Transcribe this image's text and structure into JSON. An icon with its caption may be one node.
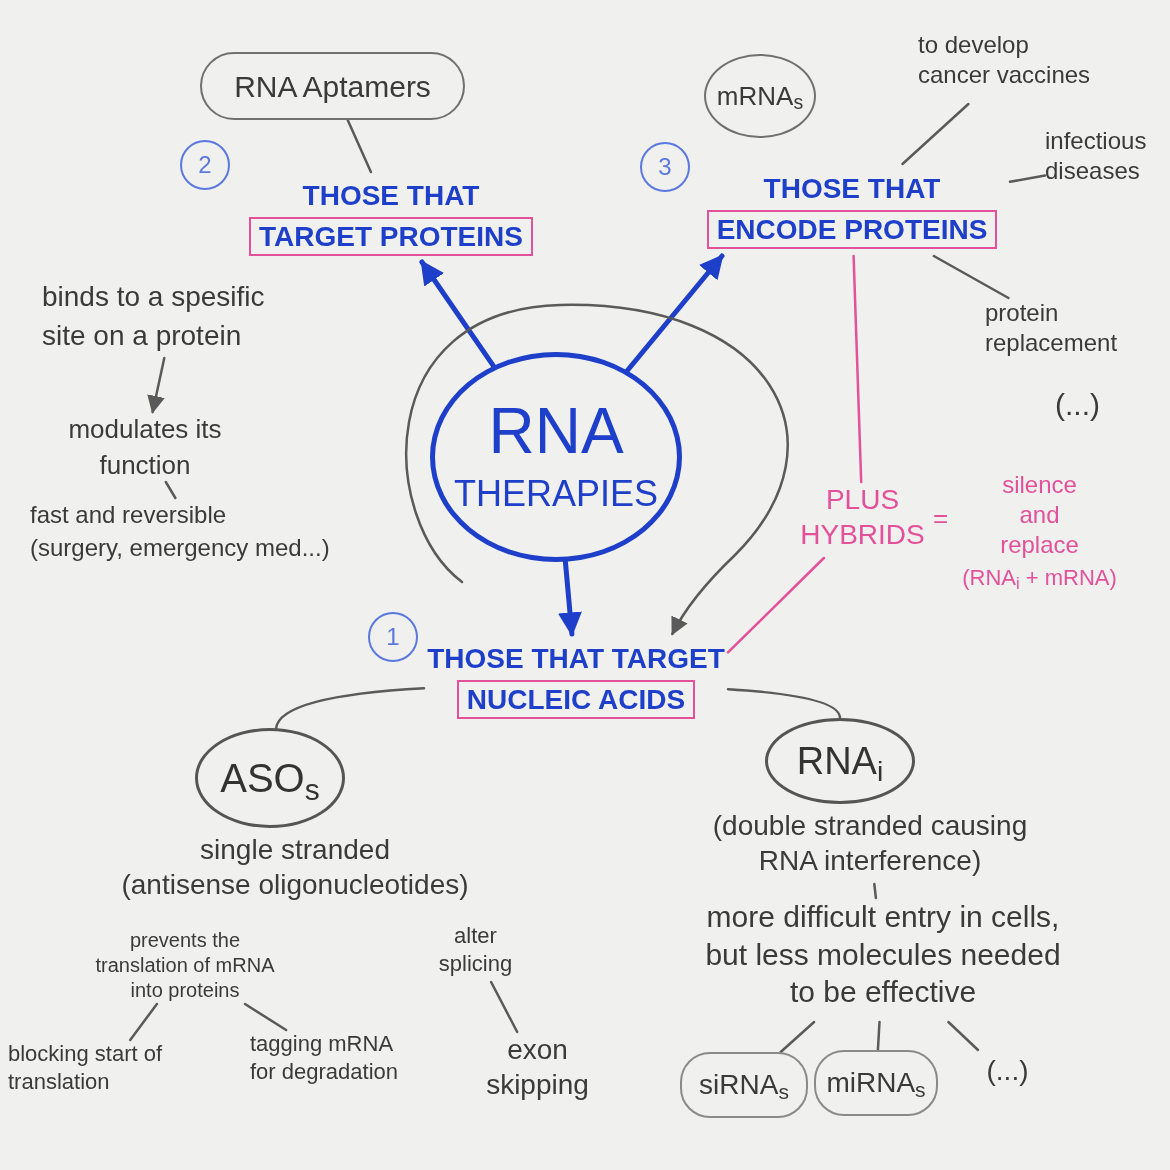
{
  "diagram": {
    "nodes": [
      {
        "text": [
          "RNA Aptamers"
        ]
      },
      {
        "text": [
          "mRNA$_{s}$"
        ]
      },
      {
        "text": [
          "to develop cancer vaccines"
        ]
      },
      {
        "text": [
          "2"
        ]
      },
      {
        "text": [
          "THOSE THAT",
          "TARGET PROTEINS"
        ]
      },
      {
        "text": [
          "3"
        ]
      },
      {
        "text": [
          "THOSE THAT",
          "ENCODE PROTEINS"
        ]
      },
      {
        "text": [
          "infectious diseases"
        ]
      },
      {
        "text": [
          "binds to a spesific site on a protein"
        ]
      },
      {
        "text": [
          "modulates its function"
        ]
      },
      {
        "text": [
          "fast and reversible",
          "(surgery, emergency med...)"
        ]
      },
      {
        "text": [
          "RNA",
          "THERAPIES"
        ]
      },
      {
        "text": [
          "protein replacement"
        ]
      },
      {
        "text": [
          "(...)"
        ]
      },
      {
        "text": [
          "PLUS HYBRIDS"
        ]
      },
      {
        "text": [
          "silence and replace",
          "(RNA$_{i}$ + mRNA)"
        ]
      },
      {
        "text": [
          "1"
        ]
      },
      {
        "text": [
          "THOSE THAT TARGET",
          "NUCLEIC ACIDS"
        ]
      },
      {
        "text": [
          "ASO$_{s}$"
        ]
      },
      {
        "text": [
          "RNA$_{i}$"
        ]
      },
      {
        "text": [
          "single stranded",
          "(antisense oligonucleotides)"
        ]
      },
      {
        "text": [
          "prevents the translation of mRNA into proteins"
        ]
      },
      {
        "text": [
          "alter splicing"
        ]
      },
      {
        "text": [
          "blocking start of translation"
        ]
      },
      {
        "text": [
          "tagging mRNA for degradation"
        ]
      },
      {
        "text": [
          "exon skipping"
        ]
      },
      {
        "text": [
          "(double stranded causing RNA interference)"
        ]
      },
      {
        "text": [
          "more difficult entry in cells, but less molecules needed to be effective"
        ]
      },
      {
        "text": [
          "siRNA$_{s}$"
        ]
      },
      {
        "text": [
          "miRNA$_{s}$"
        ]
      },
      {
        "text": [
          "(...)"
        ]
      }
    ],
    "edges": [
      {
        "from": 0,
        "to": 4,
        "arrow": "none"
      },
      {
        "from": 2,
        "to": 6,
        "arrow": "none"
      },
      {
        "from": 7,
        "to": 6,
        "arrow": "none"
      },
      {
        "from": 11,
        "to": 4,
        "arrow": "to",
        "style": "thick",
        "color": "#1d3fc9"
      },
      {
        "from": 11,
        "to": 6,
        "arrow": "to",
        "style": "thick",
        "color": "#1d3fc9"
      },
      {
        "from": 12,
        "to": 6,
        "arrow": "none"
      },
      {
        "from": null,
        "to": 17,
        "arrow": "to"
      },
      {
        "from": 6,
        "to": 14,
        "arrow": "none",
        "color": "#e3519b"
      },
      {
        "from": 11,
        "to": 17,
        "arrow": "to",
        "style": "thick",
        "color": "#1d3fc9"
      },
      {
        "from": 14,
        "to": 17,
        "arrow": "none",
        "color": "#e3519b"
      },
      {
        "from": 8,
        "to": 9,
        "arrow": "to"
      },
      {
        "from": 9,
        "to": 10,
        "arrow": "none"
      },
      {
        "from": 17,
        "to": 18,
        "arrow": "none"
      },
      {
        "from": 17,
        "to": 19,
        "arrow": "none"
      },
      {
        "from": 21,
        "to": 23,
        "arrow": "none"
      },
      {
        "from": 21,
        "to": 24,
        "arrow": "none"
      },
      {
        "from": 22,
        "to": 25,
        "arrow": "none"
      },
      {
        "from": 26,
        "to": 27,
        "arrow": "none"
      },
      {
        "from": 27,
        "to": 28,
        "arrow": "none"
      },
      {
        "from": 27,
        "to": 29,
        "arrow": "none"
      },
      {
        "from": 27,
        "to": 30,
        "arrow": "none"
      }
    ],
    "labels": [
      "="
    ]
  }
}
